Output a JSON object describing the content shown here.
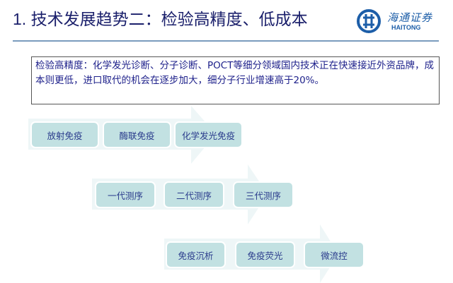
{
  "header": {
    "title": "1. 技术发展趋势二：检验高精度、低成本",
    "logo_cn": "海通证券",
    "logo_en": "HAITONG"
  },
  "summary": "检验高精度：化学发光诊断、分子诊断、POCT等细分领域国内技术正在快速接近外资品牌，成本则更低，进口取代的机会在逐步加大，细分子行业增速高于20%。",
  "rows": [
    {
      "steps": [
        "放射免疫",
        "酶联免疫",
        "化学发光免疫"
      ]
    },
    {
      "steps": [
        "一代测序",
        "二代测序",
        "三代测序"
      ]
    },
    {
      "steps": [
        "免疫沉析",
        "免疫荧光",
        "微流控"
      ]
    }
  ],
  "colors": {
    "step": "#c2e1e2",
    "arrow": "#eef6f7",
    "text": "#1c1f8a"
  }
}
